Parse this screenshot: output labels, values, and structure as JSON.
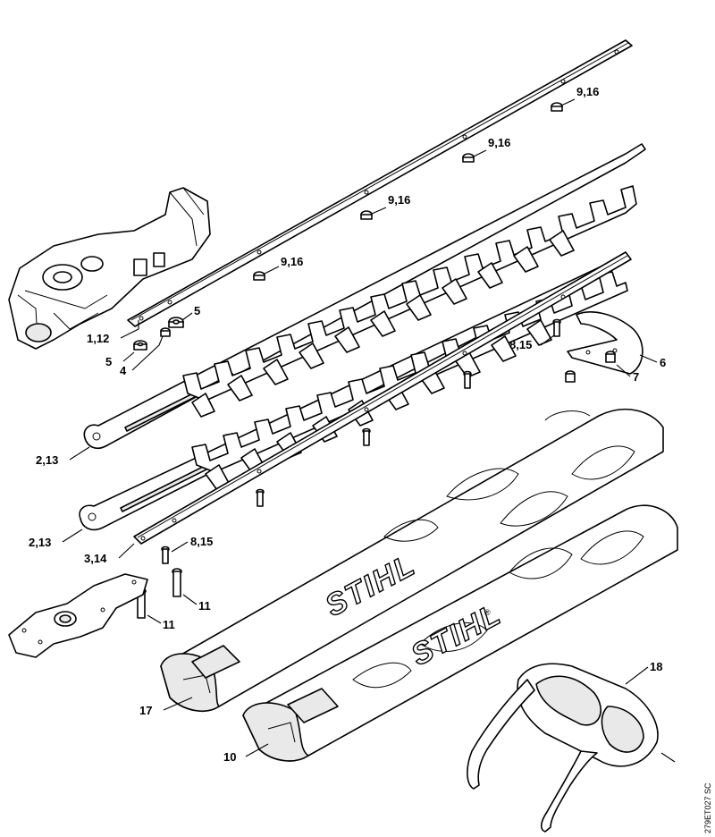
{
  "callouts": {
    "c_9_16_a": "9,16",
    "c_9_16_b": "9,16",
    "c_9_16_c": "9,16",
    "c_9_16_d": "9,16",
    "c_5_a": "5",
    "c_1_12": "1,12",
    "c_5_b": "5",
    "c_4": "4",
    "c_8_15_a": "8,15",
    "c_6": "6",
    "c_7": "7",
    "c_2_13_a": "2,13",
    "c_2_13_b": "2,13",
    "c_3_14": "3,14",
    "c_8_15_b": "8,15",
    "c_11_a": "11",
    "c_11_b": "11",
    "c_17": "17",
    "c_10": "10",
    "c_18": "18"
  },
  "brand": {
    "scabbard_upper": "STIHL",
    "scabbard_lower": "STIHL",
    "registered_mark": "®"
  },
  "figure_id": "279ET027 SC",
  "colors": {
    "line": "#000000",
    "paper": "#ffffff",
    "shade": "#e9e9e9"
  }
}
